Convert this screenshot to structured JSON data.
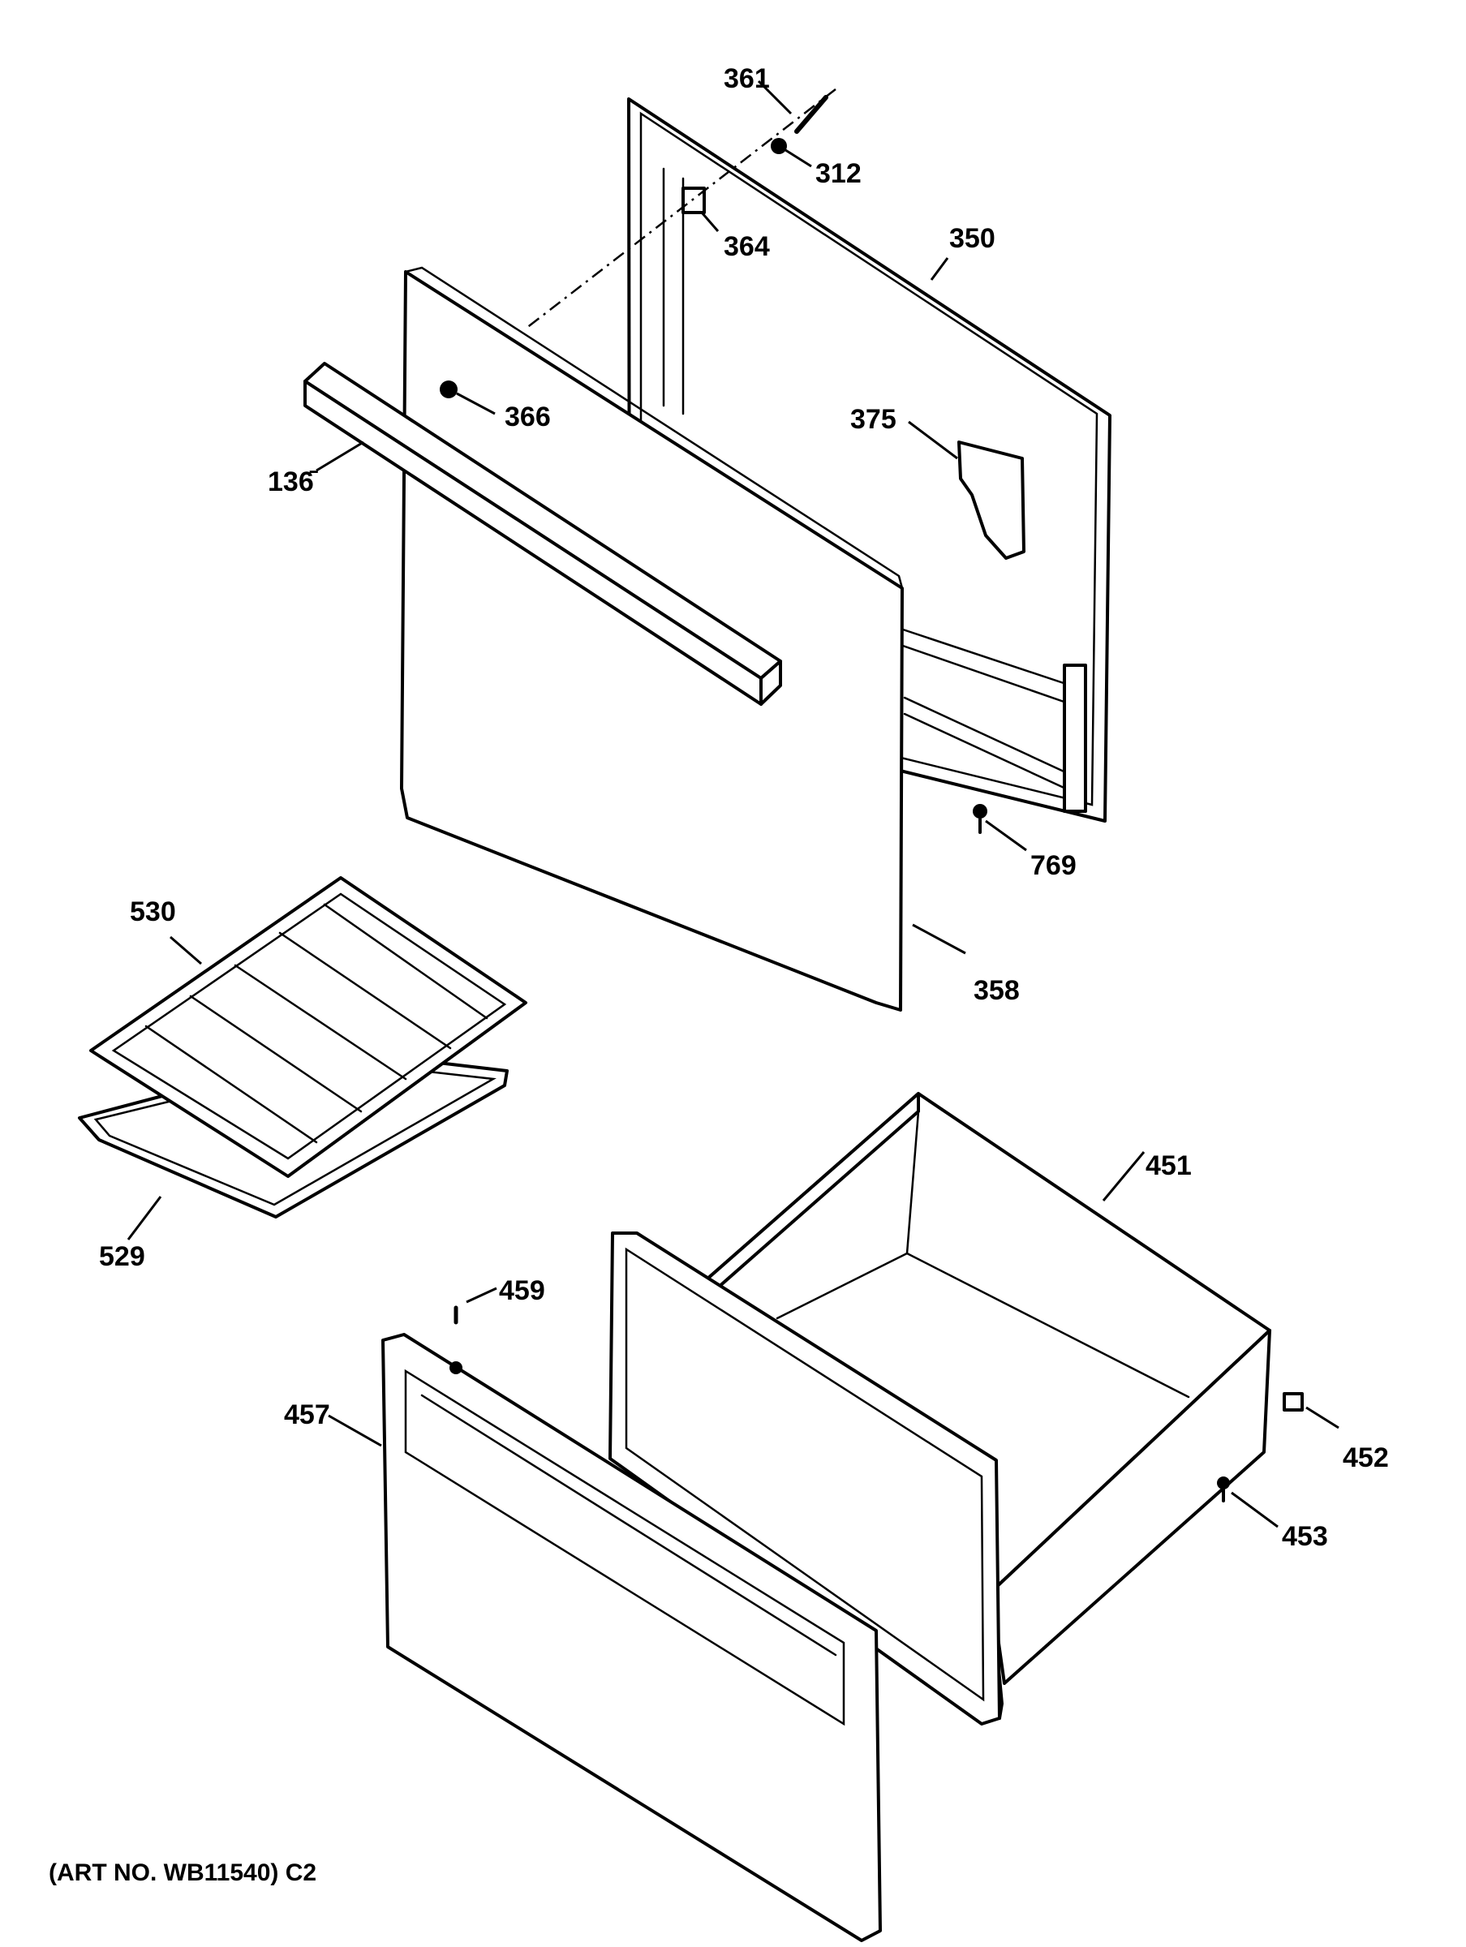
{
  "callouts": {
    "p361": "361",
    "p312": "312",
    "p364": "364",
    "p350": "350",
    "p366": "366",
    "p136": "136̄",
    "p375": "375",
    "p769": "769",
    "p530": "530",
    "p358": "358",
    "p529": "529",
    "p451": "451",
    "p459": "459",
    "p457": "457",
    "p452": "452",
    "p453": "453"
  },
  "caption": "(ART NO. WB11540) C2"
}
